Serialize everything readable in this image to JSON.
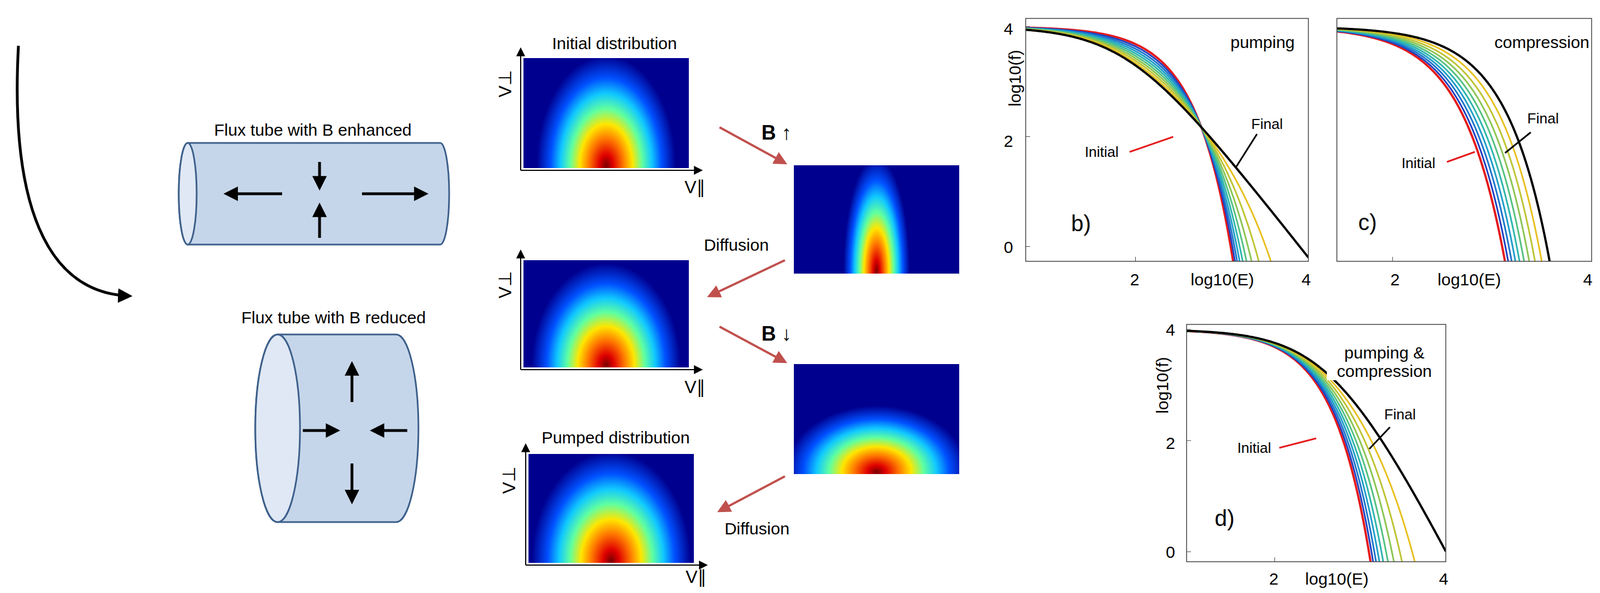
{
  "diagram": {
    "nodes": [
      {
        "text": [
          "Flux tube with B enhanced"
        ]
      },
      {
        "text": [
          "Flux tube with B reduced"
        ]
      },
      {
        "text": [
          "Initial distribution",
          "V⊥",
          "V∥"
        ]
      },
      {
        "text": [
          "V⊥",
          "V∥"
        ]
      },
      {
        "text": [
          "Pumped distribution",
          "V⊥",
          "V∥"
        ]
      },
      {
        "text": [
          "pumping",
          "b)",
          "Initial",
          "Final",
          "log10(f)",
          "log10(E)",
          "4",
          "2",
          "0",
          "2",
          "4"
        ]
      },
      {
        "text": [
          "compression",
          "c)",
          "Initial",
          "Final",
          "log10(E)",
          "2",
          "4"
        ]
      },
      {
        "text": [
          "pumping & compression",
          "d)",
          "Initial",
          "Final",
          "log10(f)",
          "log10(E)",
          "4",
          "2",
          "0",
          "2",
          "4"
        ]
      }
    ],
    "labels": [
      "B ↑",
      "Diffusion",
      "B ↓",
      "Diffusion"
    ]
  }
}
